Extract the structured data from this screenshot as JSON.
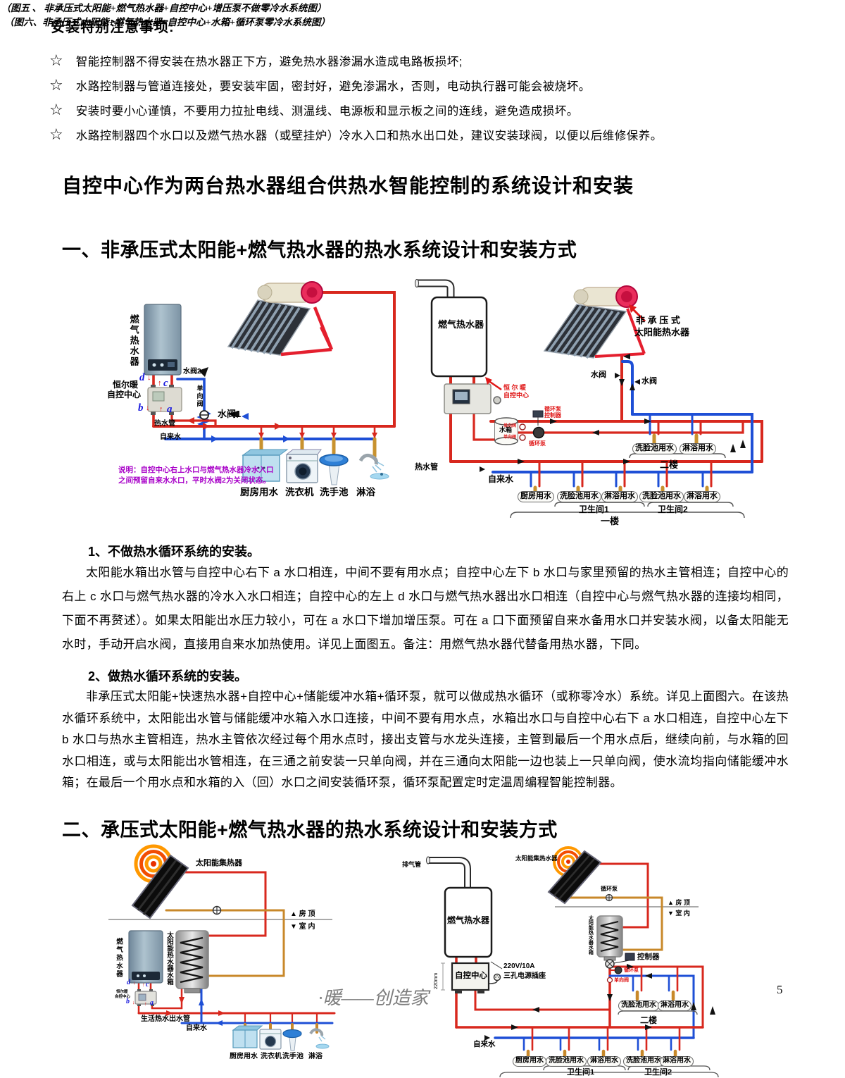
{
  "page": {
    "number": "5",
    "watermark": "·暖——创造家"
  },
  "icons": {
    "down_arrow": "↓",
    "up_arrow": "↑"
  },
  "notes": {
    "heading": "安装特别注意事项:",
    "star": "☆",
    "items": [
      "智能控制器不得安装在热水器正下方，避免热水器渗漏水造成电路板损坏;",
      "水路控制器与管道连接处，要安装牢固，密封好，避免渗漏水，否则，电动执行器可能会被烧坏。",
      "安装时要小心谨慎，不要用力拉扯电线、测温线、电源板和显示板之间的连线，避免造成损坏。",
      "水路控制器四个水口以及燃气热水器（或壁挂炉）冷水入口和热水出口处，建议安装球阀，以便以后维修保养。"
    ]
  },
  "main_title": "自控中心作为两台热水器组合供热水智能控制的系统设计和安装",
  "section1": {
    "heading": "一、非承压式太阳能+燃气热水器的热水系统设计和安装方式",
    "sub1_heading": "1、不做热水循环系统的安装。",
    "sub1_body": "太阳能水箱出水管与自控中心右下 a 水口相连，中间不要有用水点；自控中心左下 b 水口与家里预留的热水主管相连；自控中心的右上 c 水口与燃气热水器的冷水入水口相连；自控中心的左上 d 水口与燃气热水器出水口相连（自控中心与燃气热水器的连接均相同，下面不再赘述）。如果太阳能出水压力较小，可在 a 水口下增加增压泵。可在 a 口下面预留自来水备用水口并安装水阀，以备太阳能无水时，手动开启水阀，直接用自来水加热使用。详见上面图五。备注：用燃气热水器代替备用热水器，下同。",
    "sub2_heading": "2、做热水循环系统的安装。",
    "sub2_body": "非承压式太阳能+快速热水器+自控中心+储能缓冲水箱+循环泵，就可以做成热水循环（或称零冷水）系统。详见上面图六。在该热水循环系统中，太阳能出水管与储能缓冲水箱入水口连接，中间不要有用水点，水箱出水口与自控中心右下 a 水口相连，自控中心左下 b 水口与热水主管相连，热水主管依次经过每个用水点时，接出支管与水龙头连接，主管到最后一个用水点后，继续向前，与水箱的回水口相连，或与太阳能出水管相连，在三通之前安装一只单向阀，并在三通向太阳能一边也装上一只单向阀，使水流均指向储能缓冲水箱；在最后一个用水点和水箱的入（回）水口之间安装循环泵，循环泵配置定时定温周编程智能控制器。"
  },
  "section2": {
    "heading": "二、承压式太阳能+燃气热水器的热水系统设计和安装方式"
  },
  "fig5": {
    "caption": "（图五 、 非承压式太阳能+燃气热水器+自控中心+增压泵不做零冷水系统图）",
    "gas_heater": "燃气热水器",
    "brand_line1": "恒尔暖",
    "brand_line2": "自控中心",
    "port_a": "a",
    "port_b": "b",
    "port_c": "c",
    "port_d": "d",
    "valve2": "水阀2",
    "check_valve": "单向阀",
    "valve1": "水阀1",
    "hot_pipe": "热水管",
    "tap_water": "自来水",
    "note_line1": "说明：自控中心右上水口与燃气热水器冷水入口",
    "note_line2": "之间预留自来水水口，平时水阀2为关闭状态。",
    "fixtures": [
      "厨房用水",
      "洗衣机",
      "洗手池",
      "淋浴"
    ]
  },
  "fig6": {
    "caption": "（图六、非承压式太阳能+燃气热水器+自控中心+水箱+循环泵零冷水系统图）",
    "gas_heater": "燃气热水器",
    "solar_line1": "非 承 压 式",
    "solar_line2": "太阳能热水器",
    "valve_left": "水阀",
    "valve_right": "水阀",
    "brand_line1": "恒 尔 暖",
    "brand_line2": "自控中心",
    "pump_ctrl_line1": "循环泵",
    "pump_ctrl_line2": "控制器",
    "tank": "水箱",
    "pump": "循环泵",
    "check_valve1": "单向阀",
    "check_valve2": "单向阀",
    "hot_pipe": "热水管",
    "tap_water": "自来水",
    "floor2_fixtures": [
      "洗脸池用水",
      "淋浴用水"
    ],
    "floor2": "二楼",
    "floor1_fixtures": [
      "厨房用水",
      "洗脸池用水",
      "淋浴用水",
      "洗脸池用水",
      "淋浴用水"
    ],
    "bathroom1": "卫生间1",
    "bathroom2": "卫生间2",
    "floor1": "一楼"
  },
  "fig7": {
    "collector": "太阳能集热器",
    "roof": "▲ 房 顶",
    "indoor": "▼ 室 内",
    "gas_heater": "燃气热水器",
    "tank": "太阳能热水器水箱",
    "brand_line1": "恒尔暖",
    "brand_line2": "自控中心",
    "port_a": "a",
    "port_b": "b",
    "port_c": "c",
    "port_d": "d",
    "hot_out": "生活热水出水管",
    "tap_water": "自来水",
    "fixtures": [
      "厨房用水",
      "洗衣机",
      "洗手池",
      "淋浴"
    ]
  },
  "fig8": {
    "exhaust": "排气管",
    "gas_heater": "燃气热水器",
    "collector": "太阳能集热水器",
    "pump_top": "循环泵",
    "roof": "▲ 房 顶",
    "indoor": "▼ 室 内",
    "tank": "太阳能热水器水箱",
    "controller": "控制器",
    "pump": "循环泵",
    "check_valve": "单向阀",
    "control_center": "自控中心",
    "dimension": "220mm",
    "power_line1": "220V/10A",
    "power_line2": "三孔电源插座",
    "floor2_fixtures": [
      "洗脸池用水",
      "淋浴用水"
    ],
    "floor2": "二楼",
    "tap_water": "自来水",
    "floor1_fixtures": [
      "厨房用水",
      "洗脸池用水",
      "淋浴用水",
      "洗脸池用水",
      "淋浴用水"
    ],
    "bathroom1": "卫生间1",
    "bathroom2": "卫生间2"
  }
}
